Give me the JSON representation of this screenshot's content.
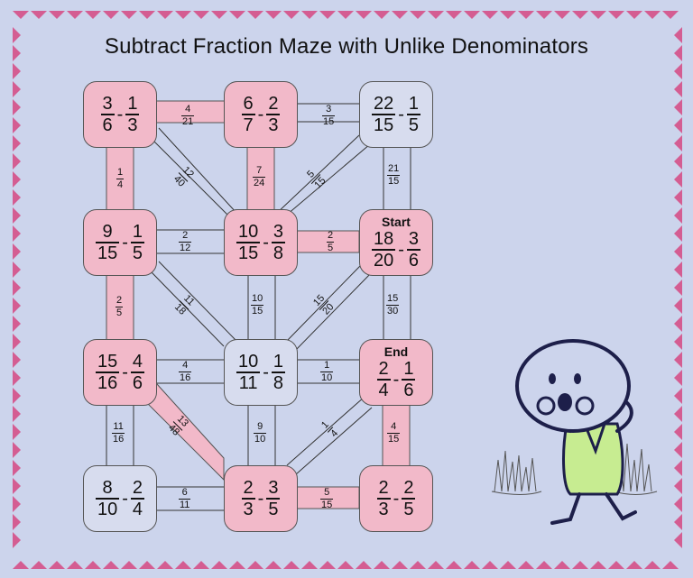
{
  "title": "Subtract Fraction Maze with Unlike Denominators",
  "colors": {
    "background": "#ccd4ec",
    "pink_cell": "#f2b9c9",
    "blue_cell": "#d7dcee",
    "border_triangles": "#d45d92",
    "character_shirt": "#c7ec91",
    "character_outline": "#1d1f4a"
  },
  "cells": {
    "r1c1": {
      "a": {
        "n": "3",
        "d": "6"
      },
      "b": {
        "n": "1",
        "d": "3"
      },
      "path": true
    },
    "r1c2": {
      "a": {
        "n": "6",
        "d": "7"
      },
      "b": {
        "n": "2",
        "d": "3"
      },
      "path": true
    },
    "r1c3": {
      "a": {
        "n": "22",
        "d": "15"
      },
      "b": {
        "n": "1",
        "d": "5"
      },
      "path": false
    },
    "r2c1": {
      "a": {
        "n": "9",
        "d": "15"
      },
      "b": {
        "n": "1",
        "d": "5"
      },
      "path": true
    },
    "r2c2": {
      "a": {
        "n": "10",
        "d": "15"
      },
      "b": {
        "n": "3",
        "d": "8"
      },
      "path": true
    },
    "r2c3": {
      "tag": "Start",
      "a": {
        "n": "18",
        "d": "20"
      },
      "b": {
        "n": "3",
        "d": "6"
      },
      "path": true
    },
    "r3c1": {
      "a": {
        "n": "15",
        "d": "16"
      },
      "b": {
        "n": "4",
        "d": "6"
      },
      "path": true
    },
    "r3c2": {
      "a": {
        "n": "10",
        "d": "11"
      },
      "b": {
        "n": "1",
        "d": "8"
      },
      "path": false
    },
    "r3c3": {
      "tag": "End",
      "a": {
        "n": "2",
        "d": "4"
      },
      "b": {
        "n": "1",
        "d": "6"
      },
      "path": true
    },
    "r4c1": {
      "a": {
        "n": "8",
        "d": "10"
      },
      "b": {
        "n": "2",
        "d": "4"
      },
      "path": false
    },
    "r4c2": {
      "a": {
        "n": "2",
        "d": "3"
      },
      "b": {
        "n": "3",
        "d": "5"
      },
      "path": true
    },
    "r4c3": {
      "a": {
        "n": "2",
        "d": "3"
      },
      "b": {
        "n": "2",
        "d": "5"
      },
      "path": true
    }
  },
  "edges": {
    "e_r1_12": {
      "n": "4",
      "d": "21"
    },
    "e_r1_23": {
      "n": "3",
      "d": "15"
    },
    "e_c1_12": {
      "n": "1",
      "d": "4"
    },
    "e_d_11_22": {
      "n": "12",
      "d": "40"
    },
    "e_c2_12": {
      "n": "7",
      "d": "24"
    },
    "e_d_13_22": {
      "n": "5",
      "d": "15"
    },
    "e_c3_12": {
      "n": "21",
      "d": "15"
    },
    "e_r2_12": {
      "n": "2",
      "d": "12"
    },
    "e_r2_23": {
      "n": "2",
      "d": "5"
    },
    "e_c1_23": {
      "n": "2",
      "d": "5"
    },
    "e_d_21_32": {
      "n": "11",
      "d": "18"
    },
    "e_c2_23": {
      "n": "10",
      "d": "15"
    },
    "e_d_23_32": {
      "n": "15",
      "d": "20"
    },
    "e_c3_23": {
      "n": "15",
      "d": "30"
    },
    "e_r3_12": {
      "n": "4",
      "d": "16"
    },
    "e_r3_23": {
      "n": "1",
      "d": "10"
    },
    "e_c1_34": {
      "n": "11",
      "d": "16"
    },
    "e_d_31_42": {
      "n": "13",
      "d": "48"
    },
    "e_c2_34": {
      "n": "9",
      "d": "10"
    },
    "e_d_33_42": {
      "n": "1",
      "d": "4"
    },
    "e_c3_34": {
      "n": "4",
      "d": "15"
    },
    "e_r4_12": {
      "n": "6",
      "d": "11"
    },
    "e_r4_23": {
      "n": "5",
      "d": "15"
    }
  }
}
